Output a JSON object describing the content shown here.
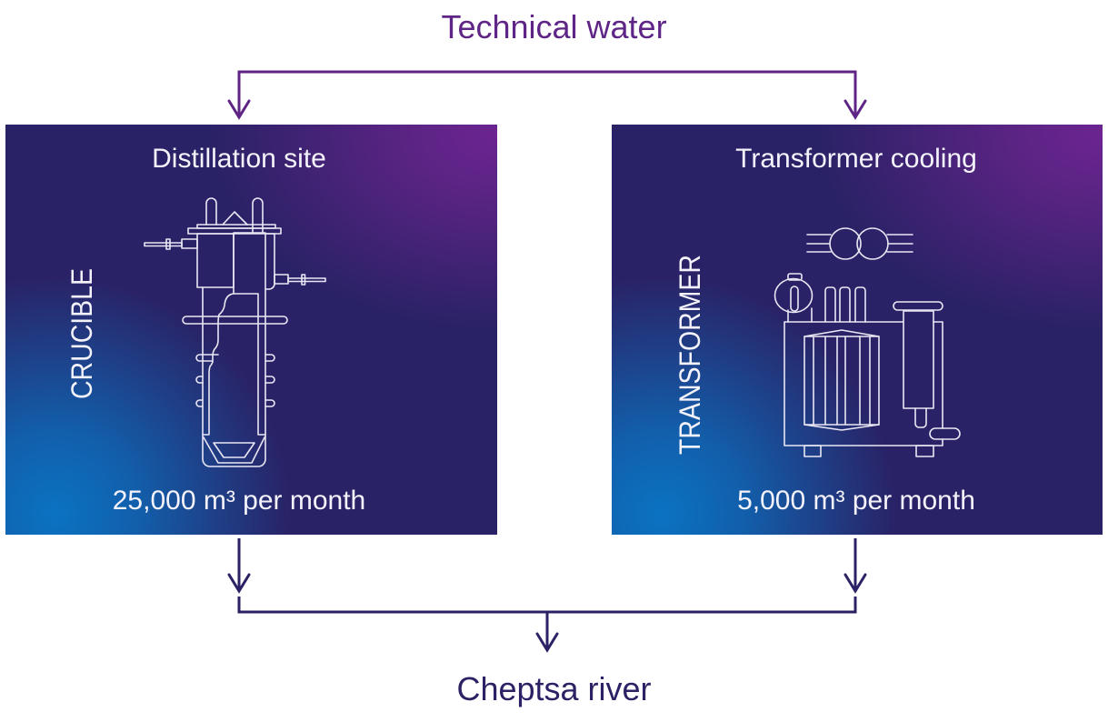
{
  "source": {
    "label": "Technical water",
    "color": "#5f2586"
  },
  "sites": [
    {
      "title": "Distillation site",
      "equipment_label": "CRUCIBLE",
      "equipment_icon": "crucible-icon",
      "flow_text": "25,000 m³ per month",
      "flow_value": 25000,
      "flow_unit": "m³ per month"
    },
    {
      "title": "Transformer cooling",
      "equipment_label": "TRANSFORMER",
      "equipment_icon": "transformer-icon",
      "flow_text": "5,000 m³ per month",
      "flow_value": 5000,
      "flow_unit": "m³ per month"
    }
  ],
  "destination": {
    "label": "Cheptsa river",
    "color": "#2b2266"
  },
  "colors": {
    "panel_base": "#2a2266",
    "panel_glow_purple": "#6c2491",
    "panel_glow_blue": "#0a73c2",
    "panel_text": "#f4f2fa",
    "icon_stroke": "#e9e7f4"
  }
}
